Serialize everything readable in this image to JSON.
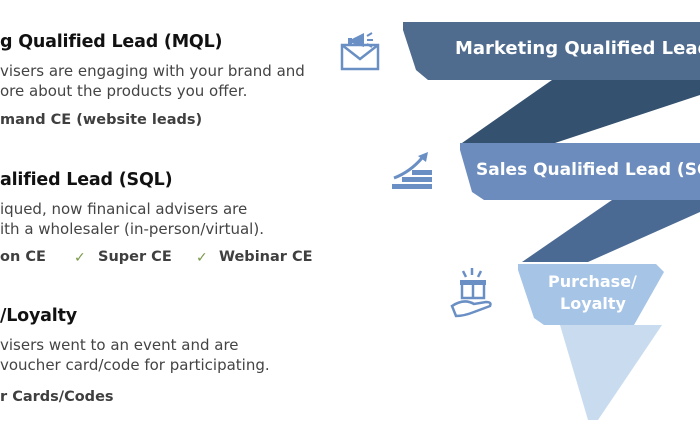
{
  "colors": {
    "band_dark": "#4f6b8e",
    "band_mid": "#6c8cbd",
    "band_light": "#a6c4e6",
    "connector_dark": "#34516f",
    "connector_mid": "#4b6a93",
    "connector_light": "#c9dcef",
    "icon_blue": "#6a8fc4",
    "check_green": "#7a9a4a"
  },
  "stages": [
    {
      "heading": "g Qualified Lead (MQL)",
      "line1": "visers are engaging with your brand and",
      "line2": "ore about the products you offer.",
      "item": "mand CE (website leads)",
      "icon": "envelope-megaphone-icon"
    },
    {
      "heading": "alified Lead (SQL)",
      "line1": "iqued, now finanical advisers are",
      "line2": "ith a wholesaler (in-person/virtual).",
      "items": [
        "on CE",
        "Super CE",
        "Webinar CE"
      ],
      "icon": "rising-bar-chart-icon"
    },
    {
      "heading": "/Loyalty",
      "line1": "visers went to an event and are",
      "line2": "voucher card/code for participating.",
      "item": "r Cards/Codes",
      "icon": "hand-gift-icon"
    }
  ],
  "funnel": {
    "band1": "Marketing Qualified Lead (M",
    "band2": "Sales Qualified Lead (SQL)",
    "band3_line1": "Purchase/",
    "band3_line2": "Loyalty"
  },
  "check_glyph": "✓"
}
